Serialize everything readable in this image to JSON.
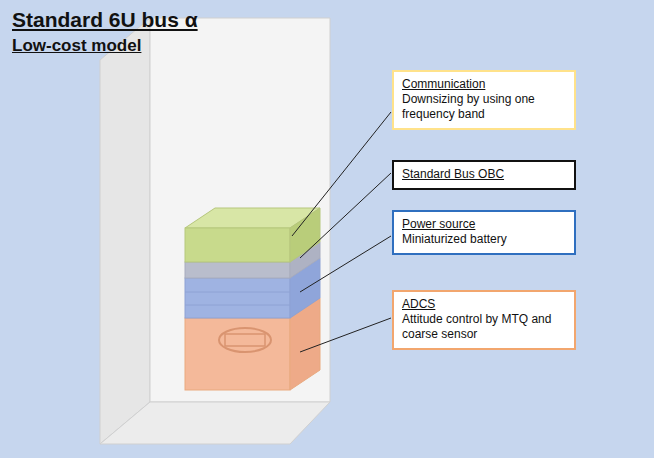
{
  "diagram": {
    "title": "Standard 6U bus α",
    "nodes": [
      {
        "text": [
          "Communication",
          "Downsizing by using one frequency band"
        ]
      },
      {
        "text": [
          "Standard Bus OBC"
        ]
      },
      {
        "text": [
          "Power source",
          "Miniaturized battery"
        ]
      },
      {
        "text": [
          "ADCS",
          "Attitude control by MTQ and coarse sensor"
        ]
      }
    ],
    "labels": [
      "Low-cost model"
    ]
  }
}
